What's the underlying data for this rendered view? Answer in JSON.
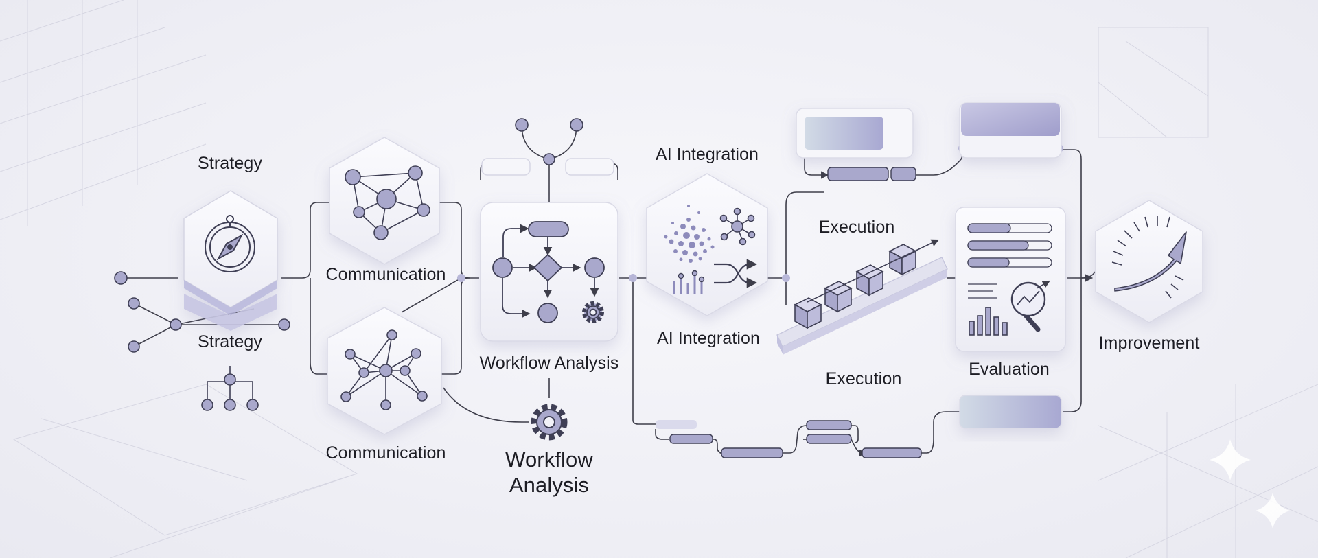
{
  "colors": {
    "line": "#3e3e4a",
    "node_fill": "#a9a8cc",
    "node_stroke": "#3f3f55",
    "accent": "#9d9bc9",
    "card_fill": "#f5f5fa",
    "card_stroke": "#d9d9e6",
    "text": "#1d1d24"
  },
  "stages": {
    "strategy": {
      "title_top": "Strategy",
      "title_bottom": "Strategy"
    },
    "communication": {
      "title_top": "Communication",
      "title_bottom": "Communication"
    },
    "workflow": {
      "title_mid": "Workflow Analysis",
      "title_big_line1": "Workflow",
      "title_big_line2": "Analysis"
    },
    "ai": {
      "title_top": "AI Integration",
      "title_bottom": "AI Integration"
    },
    "execution": {
      "title_top": "Execution",
      "title_bottom": "Execution"
    },
    "evaluation": {
      "title": "Evaluation"
    },
    "improvement": {
      "title": "Improvement"
    }
  },
  "icons": {
    "strategy": [
      "compass-icon",
      "hierarchy-tree-icon",
      "network-graph-icon"
    ],
    "communication": [
      "mesh-network-icon",
      "star-network-icon"
    ],
    "workflow": [
      "flowchart-icon",
      "gear-icon"
    ],
    "ai": [
      "particle-cloud-icon",
      "hub-node-icon",
      "bar-chart-icon",
      "shuffle-icon"
    ],
    "execution": [
      "ascending-cubes-icon"
    ],
    "evaluation": [
      "progress-bars-icon",
      "magnifier-chart-icon"
    ],
    "improvement": [
      "gauge-arrow-icon"
    ]
  }
}
